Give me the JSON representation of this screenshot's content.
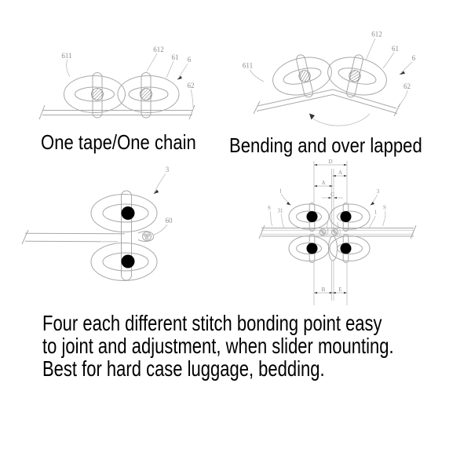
{
  "colors": {
    "line": "#a9a9a9",
    "label": "#8c8c8c",
    "dot": "#000000",
    "text": "#000000",
    "background": "#ffffff"
  },
  "figures": {
    "one_tape": {
      "caption": "One tape/One chain",
      "labels": {
        "l611": "611",
        "l612": "612",
        "l61": "61",
        "l6": "6",
        "l62": "62"
      }
    },
    "bending": {
      "caption": "Bending and over lapped",
      "labels": {
        "l611": "611",
        "l612": "612",
        "l61": "61",
        "l6": "6",
        "l62": "62"
      }
    },
    "two_point": {
      "labels": {
        "l3": "3",
        "l60": "60"
      }
    },
    "four_point": {
      "side": {
        "one_left": "1",
        "s_left": "S",
        "three_one": "31",
        "three_right": "3",
        "one_right": "1",
        "s_right": "S"
      },
      "dims": {
        "d": "D",
        "a_right": "A",
        "a_left": "A",
        "c": "C",
        "b": "B",
        "e": "E"
      }
    }
  },
  "description": {
    "lines": [
      "Four each different stitch bonding point easy",
      "to joint and adjustment, when slider mounting.",
      "Best for hard case luggage, bedding."
    ]
  }
}
